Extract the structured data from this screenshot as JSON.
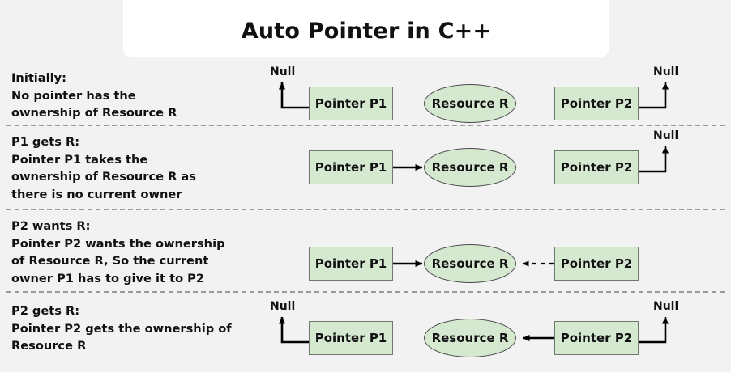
{
  "title": "Auto Pointer in C++",
  "theme": {
    "background": "#f2f2f2",
    "banner_bg": "#ffffff",
    "node_fill": "#d5e8d0",
    "box_stroke": "#6b7a6a",
    "ellipse_stroke": "#4a4a4a",
    "divider": "#9a9a9a",
    "text": "#111111",
    "arrow": "#000000"
  },
  "labels": {
    "pointer_p1": "Pointer P1",
    "pointer_p2": "Pointer P2",
    "resource_r": "Resource R",
    "null": "Null"
  },
  "rows": [
    {
      "id": "initially",
      "caption": "Initially:\nNo pointer has the\nownership of Resource R",
      "p1_null": true,
      "p2_null": true,
      "p1_to_r": "none",
      "p2_to_r": "none"
    },
    {
      "id": "p1-gets-r",
      "caption": "P1 gets R:\nPointer P1 takes the\nownership of Resource R as\nthere is no current owner",
      "p1_null": false,
      "p2_null": true,
      "p1_to_r": "solid",
      "p2_to_r": "none"
    },
    {
      "id": "p2-wants-r",
      "caption": "P2 wants R:\nPointer P2 wants the ownership\nof Resource R, So the current\nowner P1 has to give it to P2",
      "p1_null": false,
      "p2_null": false,
      "p1_to_r": "solid",
      "p2_to_r": "dashed"
    },
    {
      "id": "p2-gets-r",
      "caption": "P2 gets R:\nPointer P2 gets the ownership of\nResource R",
      "p1_null": true,
      "p2_null": false,
      "p1_to_r": "none",
      "p2_to_r": "solid"
    }
  ]
}
